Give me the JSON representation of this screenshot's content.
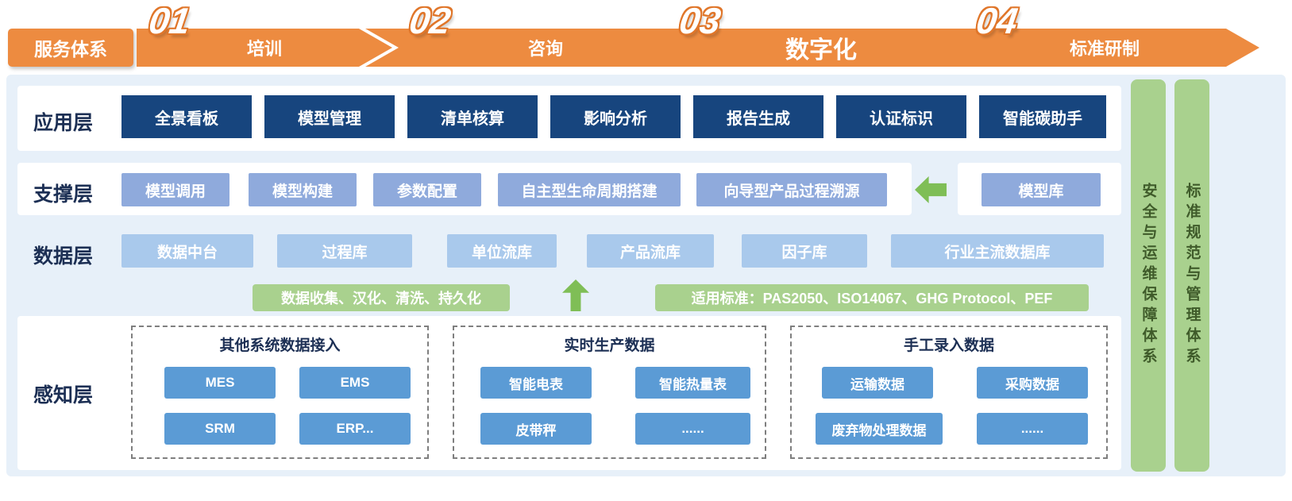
{
  "banner": {
    "intro": "服务体系",
    "steps": [
      {
        "num": "01",
        "label": "培训"
      },
      {
        "num": "02",
        "label": "咨询"
      },
      {
        "num": "03",
        "label": "数字化"
      },
      {
        "num": "04",
        "label": "标准研制"
      }
    ]
  },
  "layers": {
    "application": {
      "label": "应用层",
      "boxes": [
        "全景看板",
        "模型管理",
        "清单核算",
        "影响分析",
        "报告生成",
        "认证标识",
        "智能碳助手"
      ]
    },
    "support": {
      "label": "支撑层",
      "boxes": [
        "模型调用",
        "模型构建",
        "参数配置",
        "自主型生命周期搭建",
        "向导型产品过程溯源"
      ],
      "side_box": "模型库"
    },
    "data": {
      "label": "数据层",
      "boxes": [
        "数据中台",
        "过程库",
        "单位流库",
        "产品流库",
        "因子库",
        "行业主流数据库"
      ]
    },
    "perception": {
      "label": "感知层",
      "groups": [
        {
          "title": "其他系统数据接入",
          "items": [
            "MES",
            "EMS",
            "SRM",
            "ERP..."
          ]
        },
        {
          "title": "实时生产数据",
          "items": [
            "智能电表",
            "智能热量表",
            "皮带秤",
            "......"
          ]
        },
        {
          "title": "手工录入数据",
          "items": [
            "运输数据",
            "采购数据",
            "废弃物处理数据",
            "......"
          ]
        }
      ]
    }
  },
  "annotations": {
    "data_processing": "数据收集、汉化、清洗、持久化",
    "standards": "适用标准：PAS2050、ISO14067、GHG Protocol、PEF"
  },
  "pillars": [
    {
      "label": "安全与运维保障体系"
    },
    {
      "label": "标准规范与管理体系"
    }
  ],
  "colors": {
    "orange": "#ED8B40",
    "dark_blue": "#17457E",
    "periwinkle": "#8FAADC",
    "light_blue": "#A9C9EC",
    "button_blue": "#5B9BD5",
    "green_pill": "#A9D18E",
    "green_arrow": "#7FBE56",
    "body_bg": "#E7F0F9"
  }
}
